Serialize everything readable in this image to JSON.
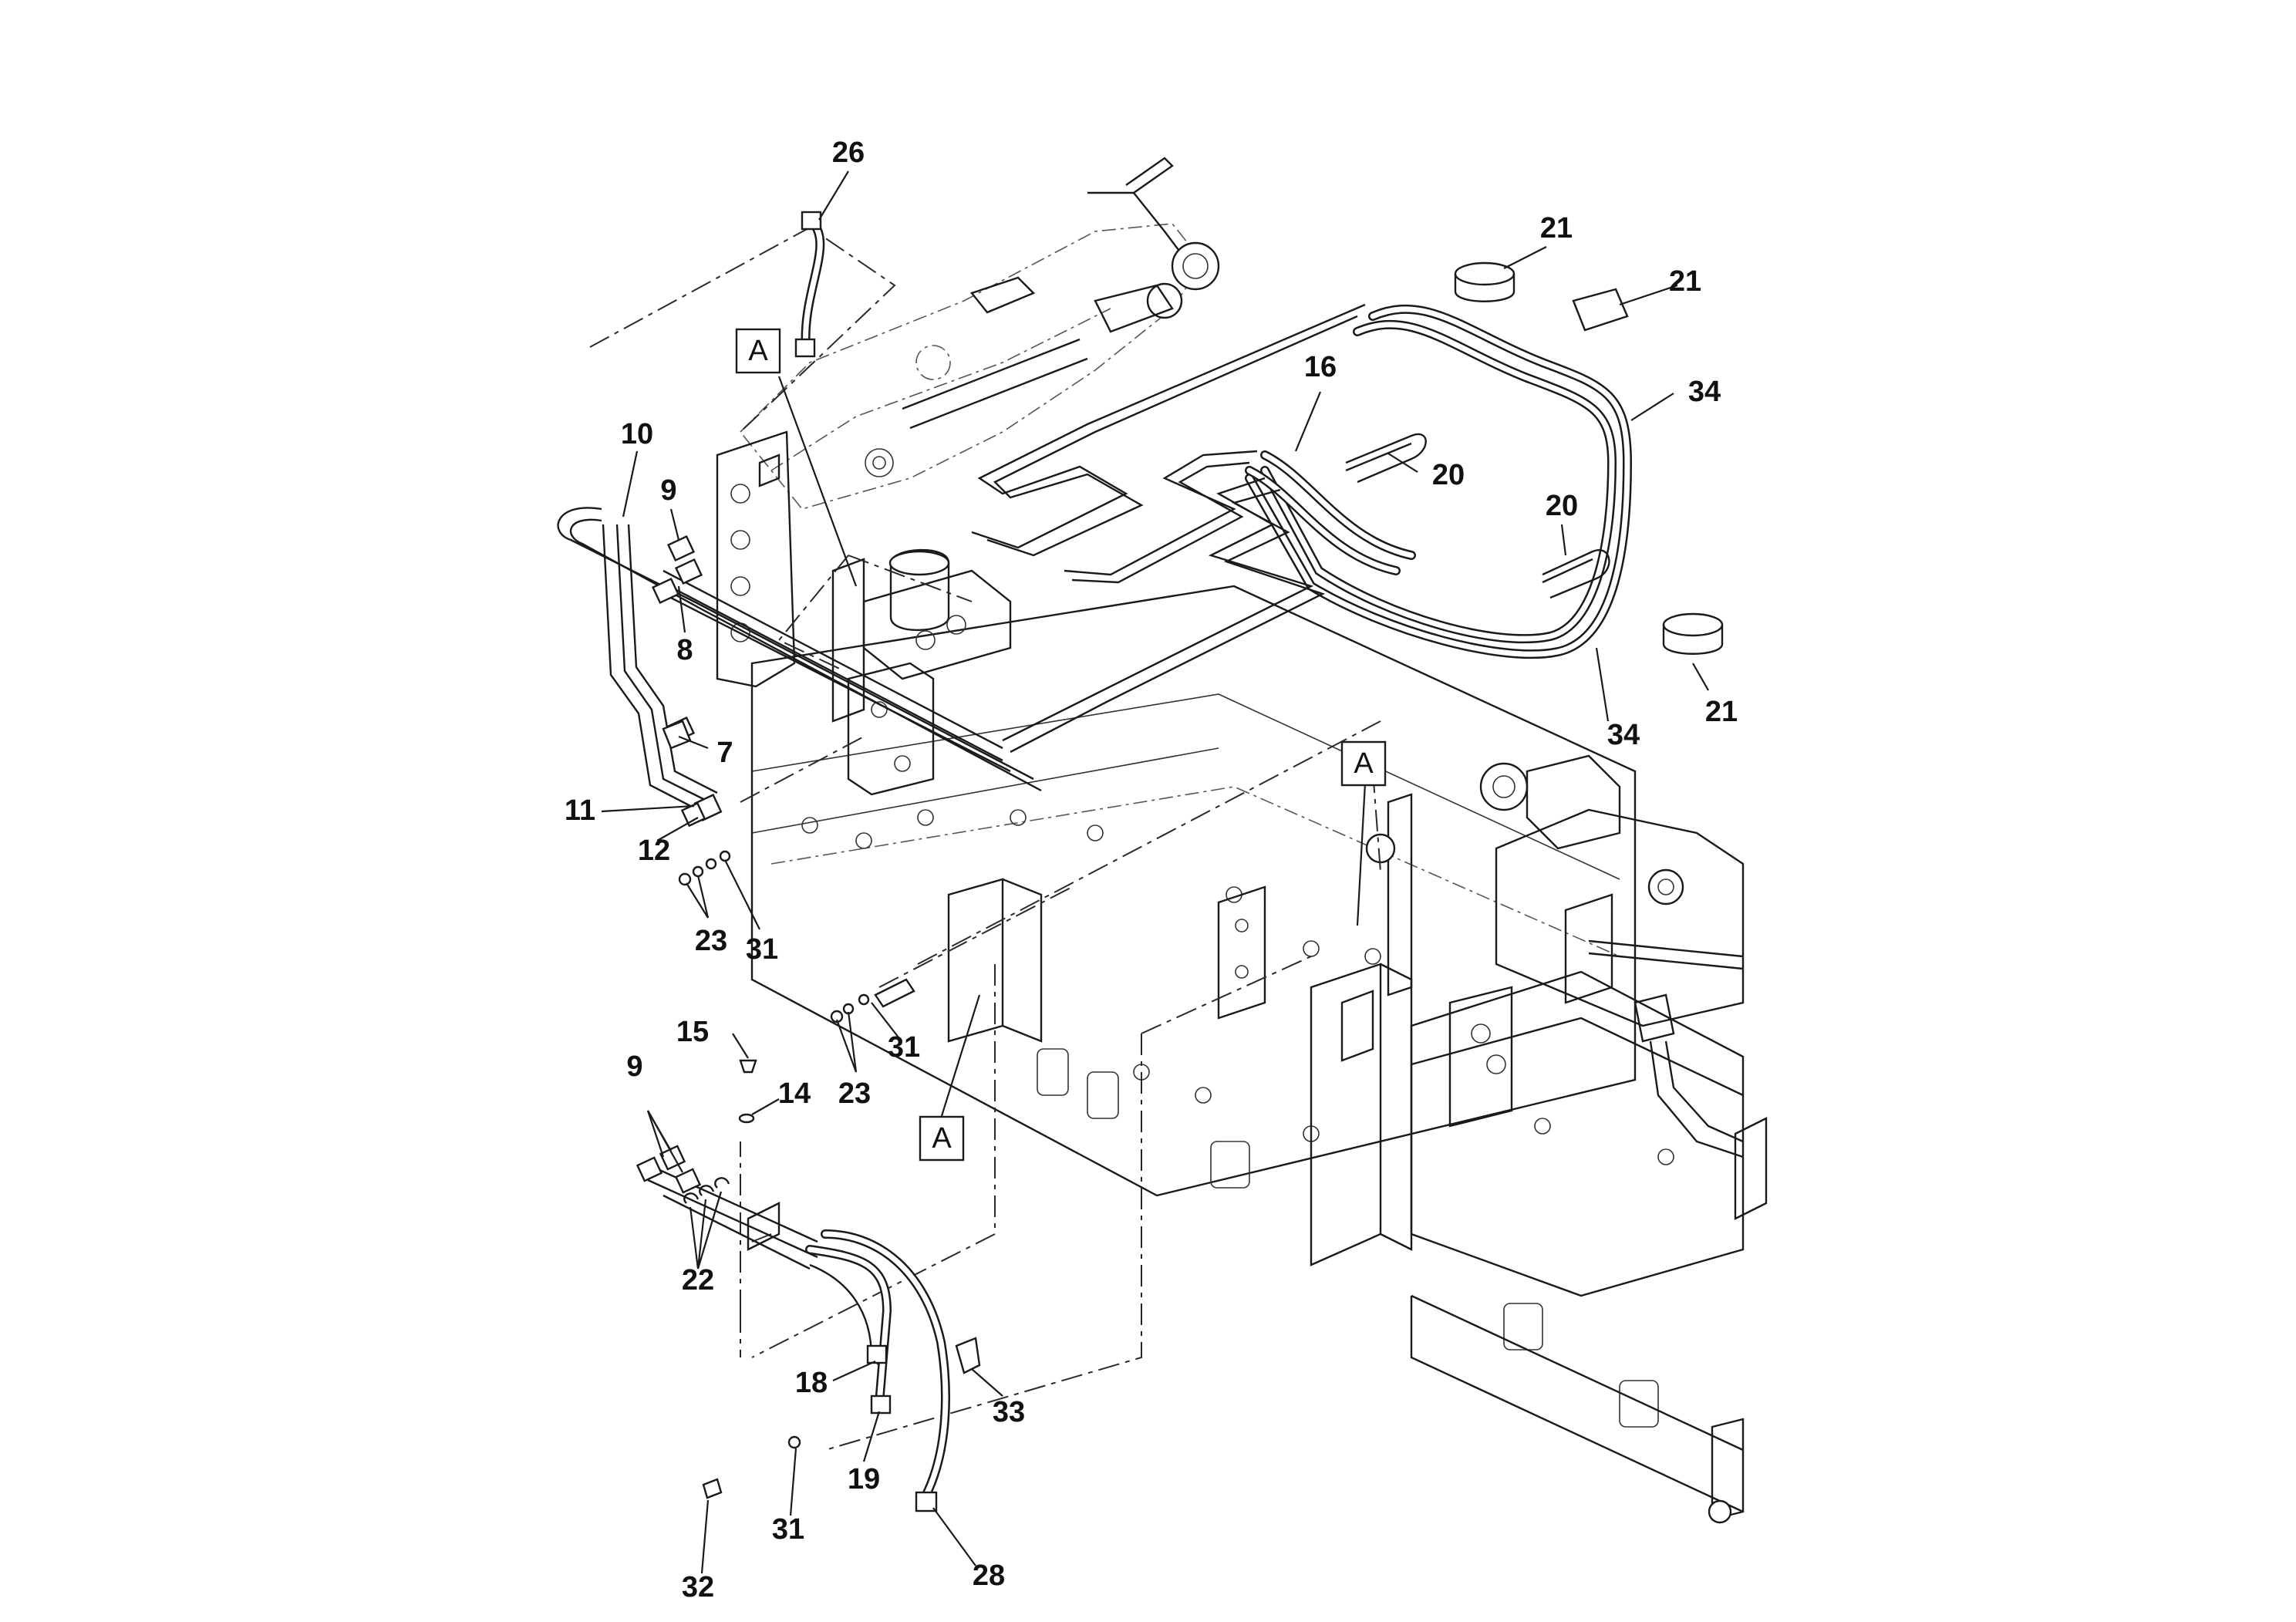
{
  "diagram": {
    "callouts": [
      {
        "id": "c26",
        "text": "26"
      },
      {
        "id": "c21a",
        "text": "21"
      },
      {
        "id": "c21b",
        "text": "21"
      },
      {
        "id": "c34a",
        "text": "34"
      },
      {
        "id": "c16",
        "text": "16"
      },
      {
        "id": "c20a",
        "text": "20"
      },
      {
        "id": "c20b",
        "text": "20"
      },
      {
        "id": "c21c",
        "text": "21"
      },
      {
        "id": "c34b",
        "text": "34"
      },
      {
        "id": "c10",
        "text": "10"
      },
      {
        "id": "c9a",
        "text": "9"
      },
      {
        "id": "c8",
        "text": "8"
      },
      {
        "id": "c7",
        "text": "7"
      },
      {
        "id": "c11",
        "text": "11"
      },
      {
        "id": "c12",
        "text": "12"
      },
      {
        "id": "c23a",
        "text": "23"
      },
      {
        "id": "c31a",
        "text": "31"
      },
      {
        "id": "c15",
        "text": "15"
      },
      {
        "id": "c14",
        "text": "14"
      },
      {
        "id": "c31b",
        "text": "31"
      },
      {
        "id": "c23b",
        "text": "23"
      },
      {
        "id": "c9b",
        "text": "9"
      },
      {
        "id": "c22",
        "text": "22"
      },
      {
        "id": "c18",
        "text": "18"
      },
      {
        "id": "c33",
        "text": "33"
      },
      {
        "id": "c19",
        "text": "19"
      },
      {
        "id": "c31c",
        "text": "31"
      },
      {
        "id": "c32",
        "text": "32"
      },
      {
        "id": "c28",
        "text": "28"
      }
    ],
    "refs": [
      {
        "id": "ra1",
        "text": "A"
      },
      {
        "id": "ra2",
        "text": "A"
      },
      {
        "id": "ra3",
        "text": "A"
      }
    ]
  }
}
